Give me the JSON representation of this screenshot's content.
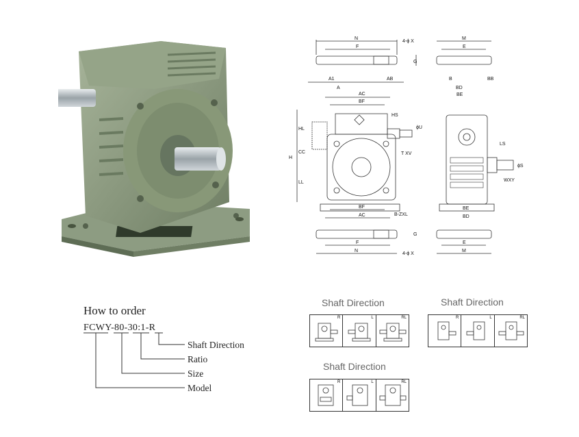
{
  "drawing_labels": {
    "N": "N",
    "F": "F",
    "G": "G",
    "hole": "4-ϕ X",
    "M": "M",
    "E": "E",
    "A1": "A1",
    "A": "A",
    "AB": "AB",
    "AC": "AC",
    "BF": "BF",
    "HS": "HS",
    "U": "ϕU",
    "TXV": "T XV",
    "HL": "HL",
    "CC": "CC",
    "H": "H",
    "LL": "LL",
    "B": "B",
    "BB": "BB",
    "BD": "BD",
    "BE": "BE",
    "LS": "LS",
    "S": "ϕS",
    "WXY": "WXY",
    "BZXL": "B-ZXL"
  },
  "how_to_order": {
    "title": "How to order",
    "code": "FCWY-80-30:1-R",
    "labels": [
      "Shaft Direction",
      "Ratio",
      "Size",
      "Model"
    ]
  },
  "shaft_direction": {
    "title": "Shaft Direction",
    "tags": [
      "R",
      "L",
      "RL"
    ]
  },
  "colors": {
    "housing": "#8a9a7e",
    "housing_dark": "#5e6d55",
    "line": "#333333"
  }
}
